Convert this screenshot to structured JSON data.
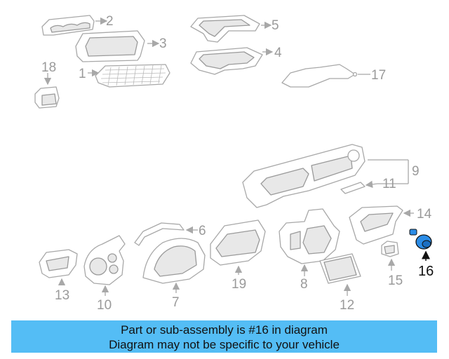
{
  "banner": {
    "line1": "Part or sub-assembly is #16 in diagram",
    "line2": "Diagram may not be specific to your vehicle"
  },
  "highlight_color": "#111111",
  "banner_color": "#54bdf5",
  "callouts": {
    "c1": "1",
    "c2": "2",
    "c3": "3",
    "c4": "4",
    "c5": "5",
    "c6": "6",
    "c7": "7",
    "c8": "8",
    "c9": "9",
    "c10": "10",
    "c11": "11",
    "c12": "12",
    "c13": "13",
    "c14": "14",
    "c15": "15",
    "c16": "16",
    "c17": "17",
    "c18": "18",
    "c19": "19"
  },
  "highlighted_part": "16"
}
